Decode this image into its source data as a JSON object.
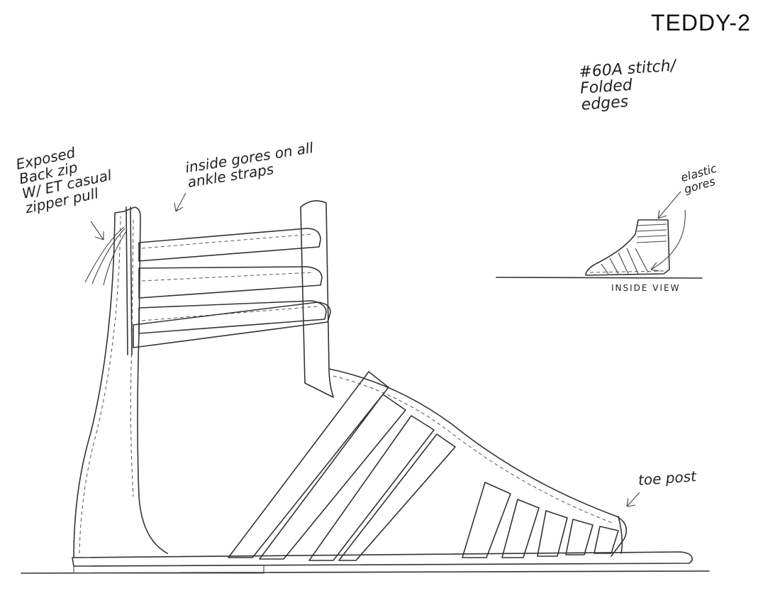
{
  "sheet": {
    "title": "TEDDY-2",
    "notes": {
      "stitch": "#60A stitch/\nFolded\nedges",
      "back_zip": "Exposed\nBack zip\nW/ ET casual\nzipper pull",
      "gores": "inside gores on all\nankle straps",
      "toe_post": "toe post",
      "elastic": "elastic\ngores",
      "inside_view": "INSIDE VIEW"
    }
  }
}
